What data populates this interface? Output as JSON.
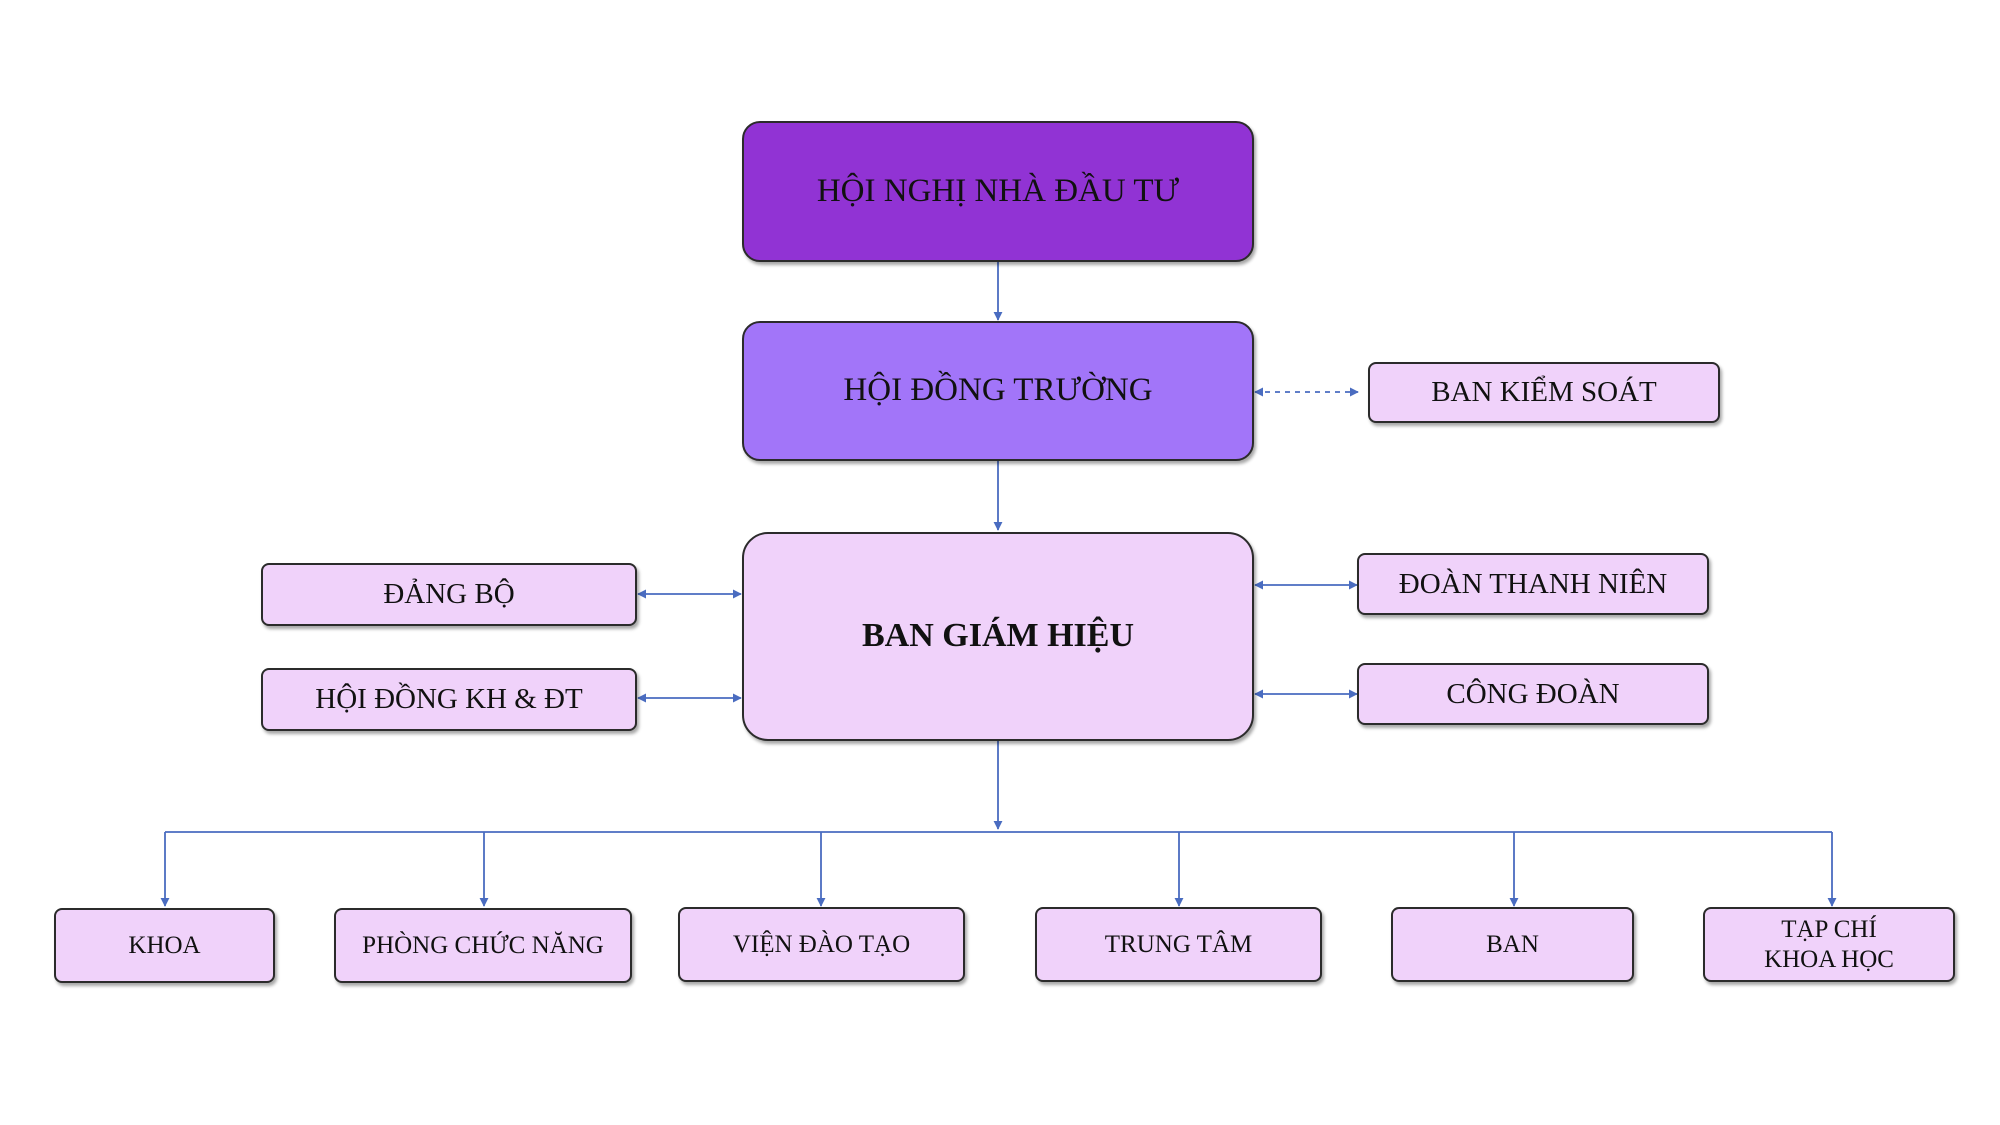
{
  "colors": {
    "top": "#9133d4",
    "board": "#a275f9",
    "box": "#f0d2fa",
    "connector": "#4a6cc0",
    "border": "#2b2b2b"
  },
  "top_node": {
    "label": "HỘI NGHỊ NHÀ ĐẦU TƯ"
  },
  "board_node": {
    "label": "HỘI ĐỒNG TRƯỜNG"
  },
  "control_node": {
    "label": "BAN KIỂM SOÁT"
  },
  "rector_node": {
    "label": "BAN GIÁM HIỆU"
  },
  "left_nodes": [
    {
      "label": "ĐẢNG BỘ"
    },
    {
      "label": "HỘI ĐỒNG KH & ĐT"
    }
  ],
  "right_nodes": [
    {
      "label": "ĐOÀN THANH NIÊN"
    },
    {
      "label": "CÔNG ĐOÀN"
    }
  ],
  "units": [
    {
      "label": "KHOA"
    },
    {
      "label": "PHÒNG CHỨC NĂNG"
    },
    {
      "label": "VIỆN ĐÀO TẠO"
    },
    {
      "label": "TRUNG TÂM"
    },
    {
      "label": "BAN"
    },
    {
      "label": "TẠP CHÍ\nKHOA HỌC"
    }
  ]
}
